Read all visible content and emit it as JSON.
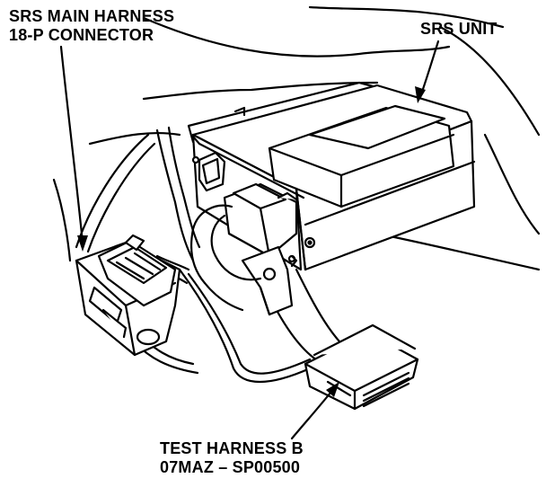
{
  "labels": {
    "main_harness_line1": "SRS MAIN HARNESS",
    "main_harness_line2": "18-P CONNECTOR",
    "srs_unit": "SRS UNIT",
    "test_harness_line1": "TEST HARNESS B",
    "test_harness_line2": "07MAZ – SP00500"
  },
  "colors": {
    "ink": "#000000",
    "paper": "#ffffff"
  }
}
